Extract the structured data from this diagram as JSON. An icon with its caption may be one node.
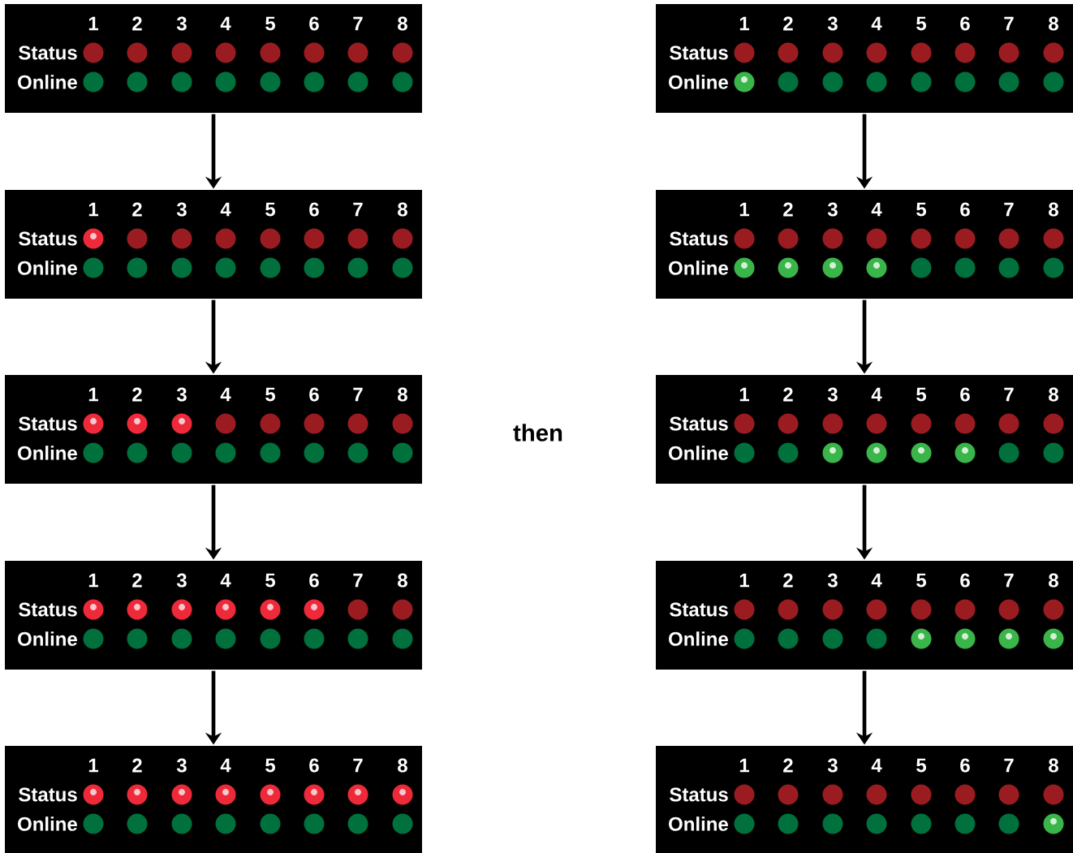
{
  "diagram": {
    "nodes": [
      {
        "text": [
          "1",
          "2",
          "3",
          "4",
          "5",
          "6",
          "7",
          "8",
          "Status",
          "Online"
        ]
      },
      {
        "text": [
          "1",
          "2",
          "3",
          "4",
          "5",
          "6",
          "7",
          "8",
          "Status",
          "Online"
        ]
      },
      {
        "text": [
          "1",
          "2",
          "3",
          "4",
          "5",
          "6",
          "7",
          "8",
          "Status",
          "Online"
        ]
      },
      {
        "text": [
          "1",
          "2",
          "3",
          "4",
          "5",
          "6",
          "7",
          "8",
          "Status",
          "Online"
        ]
      },
      {
        "text": [
          "1",
          "2",
          "3",
          "4",
          "5",
          "6",
          "7",
          "8",
          "Status",
          "Online"
        ]
      },
      {
        "text": [
          "1",
          "2",
          "3",
          "4",
          "5",
          "6",
          "7",
          "8",
          "Status",
          "Online"
        ]
      },
      {
        "text": [
          "1",
          "2",
          "3",
          "4",
          "5",
          "6",
          "7",
          "8",
          "Status",
          "Online"
        ]
      },
      {
        "text": [
          "1",
          "2",
          "3",
          "4",
          "5",
          "6",
          "7",
          "8",
          "Status",
          "Online"
        ]
      },
      {
        "text": [
          "1",
          "2",
          "3",
          "4",
          "5",
          "6",
          "7",
          "8",
          "Status",
          "Online"
        ]
      },
      {
        "text": [
          "1",
          "2",
          "3",
          "4",
          "5",
          "6",
          "7",
          "8",
          "Status",
          "Online"
        ]
      }
    ],
    "edges": [
      {
        "from": 0,
        "to": 1,
        "arrow": "to"
      },
      {
        "from": 1,
        "to": 2,
        "arrow": "to"
      },
      {
        "from": 2,
        "to": 3,
        "arrow": "to"
      },
      {
        "from": 3,
        "to": 4,
        "arrow": "to"
      },
      {
        "from": 5,
        "to": 6,
        "arrow": "to"
      },
      {
        "from": 6,
        "to": 7,
        "arrow": "to"
      },
      {
        "from": 7,
        "to": 8,
        "arrow": "to"
      },
      {
        "from": 8,
        "to": 9,
        "arrow": "to"
      }
    ],
    "labels": [
      "then"
    ]
  }
}
